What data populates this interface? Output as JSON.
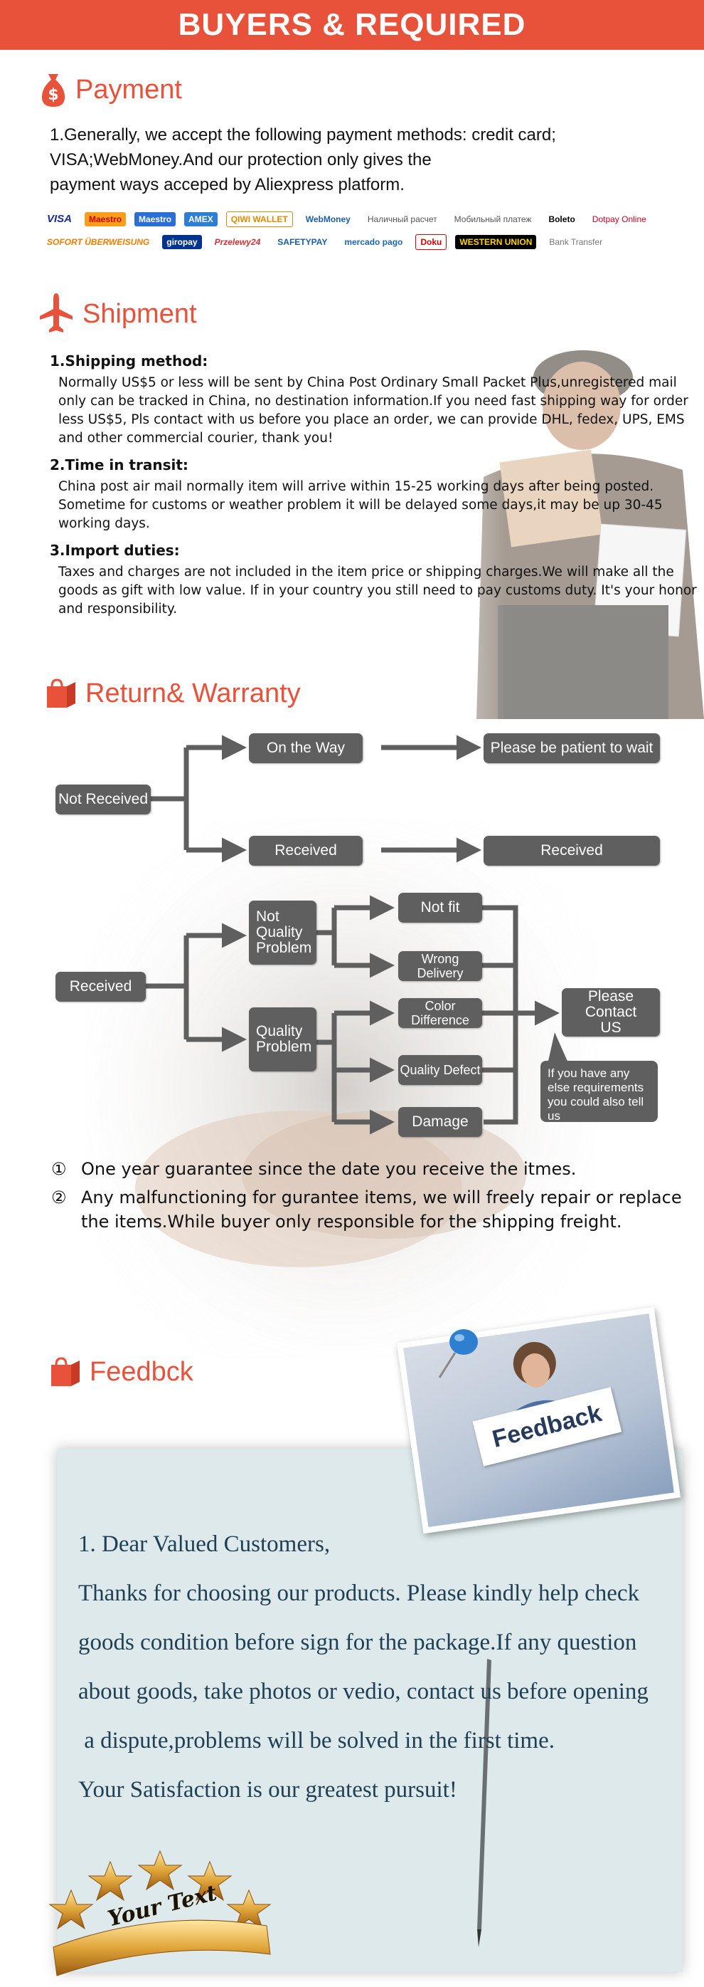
{
  "header": {
    "title": "BUYERS & REQUIRED"
  },
  "payment": {
    "heading": "Payment",
    "text_lines": [
      "1.Generally, we accept the following payment methods: credit card;",
      "VISA;WebMoney.And our protection only gives the",
      "payment ways acceped by Aliexpress platform."
    ],
    "logos": [
      "VISA",
      "Maestro",
      "Maestro",
      "AMEX",
      "QIWI WALLET",
      "WebMoney",
      "Наличный расчет",
      "Мобильный платеж",
      "Boleto",
      "Dotpay Online",
      "SOFORT ÜBERWEISUNG",
      "giropay",
      "Przelewy24",
      "SAFETYPAY",
      "mercado pago",
      "Doku",
      "WESTERN UNION",
      "Bank Transfer"
    ]
  },
  "shipment": {
    "heading": "Shipment",
    "sections": [
      {
        "title": "1.Shipping method:",
        "text": "Normally US$5 or less will be sent by China Post Ordinary Small Packet Plus,unregistered mail only can be tracked in China, no destination information.If you need fast shipping way for order less US$5, Pls contact with us before you place an order, we can provide DHL, fedex, UPS, EMS and other commercial courier, thank you!"
      },
      {
        "title": "2.Time in transit:",
        "text": "China post air mail normally item will arrive within 15-25 working days after being posted. Sometime for customs or weather problem it will be delayed some days,it may be up 30-45 working days."
      },
      {
        "title": "3.Import duties:",
        "text": "Taxes and charges are not included in the item price or shipping charges.We will make all the goods as gift with low value. If in your country you still need to pay customs duty. It's your honor and responsibility."
      }
    ]
  },
  "warranty": {
    "heading": "Return& Warranty",
    "flow": {
      "not_received": "Not Received",
      "on_the_way": "On the Way",
      "be_patient": "Please be patient to wait",
      "received_mid": "Received",
      "received_right": "Received",
      "received_left": "Received",
      "not_quality": "Not Quality Problem",
      "quality": "Quality Problem",
      "not_fit": "Not fit",
      "wrong_delivery": "Wrong Delivery",
      "color_difference": "Color Difference",
      "quality_defect": "Quality Defect",
      "damage": "Damage",
      "contact_us": "Please Contact US",
      "other_req": "If you have any else requirements you could also tell us"
    },
    "guarantee": [
      {
        "num": "①",
        "text": "One year guarantee since the date you receive the itmes."
      },
      {
        "num": "②",
        "text": "Any malfunctioning for gurantee items, we will freely repair or replace the items.While buyer only responsible for the shipping freight."
      }
    ]
  },
  "feedback": {
    "heading": "Feedbck",
    "photo_sign": "Feedback",
    "lines": [
      "1. Dear Valued Customers,",
      "Thanks for choosing our products. Please kindly help check",
      "goods condition before sign for the package.If any question",
      "about goods, take photos or vedio, contact us before opening",
      " a dispute,problems will be solved in the first time.",
      "Your Satisfaction is our greatest pursuit!"
    ],
    "badge": "Your Text"
  },
  "colors": {
    "accent": "#e8523a",
    "box": "#5f5f5f",
    "card": "#dde9ea",
    "card_text": "#1f3f55"
  }
}
